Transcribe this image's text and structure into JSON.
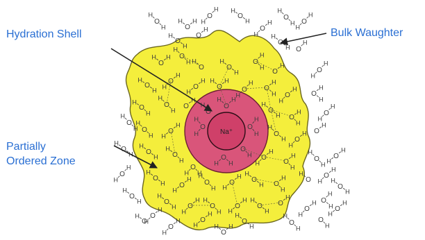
{
  "labels": {
    "hydration_shell": "Hydration Shell",
    "bulk_water": "Bulk Waughter",
    "partially_ordered_line1": "Partially",
    "partially_ordered_line2": "Ordered Zone"
  },
  "ion": {
    "symbol": "Na⁺"
  },
  "molecule_glyphs": {
    "oxygen": "O",
    "hydrogen": "H"
  },
  "colors": {
    "label_text": "#2a6fd3",
    "ordered_zone_fill": "#f4ee3c",
    "ordered_zone_stroke": "#6a6620",
    "hydration_shell_fill": "#d9557a",
    "ion_core_fill": "#cf4069",
    "molecule_text": "#3a3a3a",
    "arrow": "#222222"
  }
}
